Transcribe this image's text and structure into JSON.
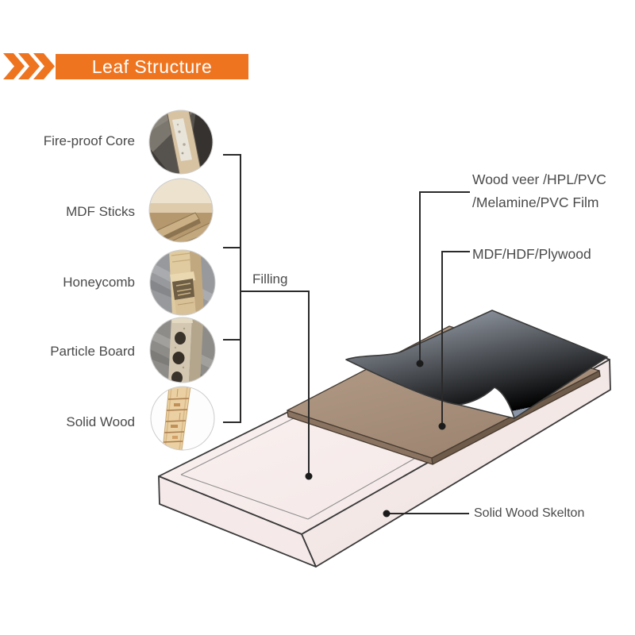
{
  "title": {
    "text": "Leaf Structure"
  },
  "icons": {
    "header": "triple-chevron-right-icon"
  },
  "colors": {
    "accent": "#EE7420",
    "label_text": "#4A4A4A",
    "connector_line": "#2A2A2A",
    "door_face": "#F7EDEC",
    "mdf_board": "#A98F7A",
    "surface_sheet": "#9AA5B4"
  },
  "materials": {
    "fire_proof_core": "Fire-proof Core",
    "mdf_sticks": "MDF Sticks",
    "honeycomb": "Honeycomb",
    "particle_board": "Particle Board",
    "solid_wood": "Solid Wood"
  },
  "annotations": {
    "filling": "Filling",
    "surface_line1": "Wood veer /HPL/PVC",
    "surface_line2": "/Melamine/PVC Film",
    "core_board": "MDF/HDF/Plywood",
    "skeleton": "Solid Wood Skelton"
  }
}
